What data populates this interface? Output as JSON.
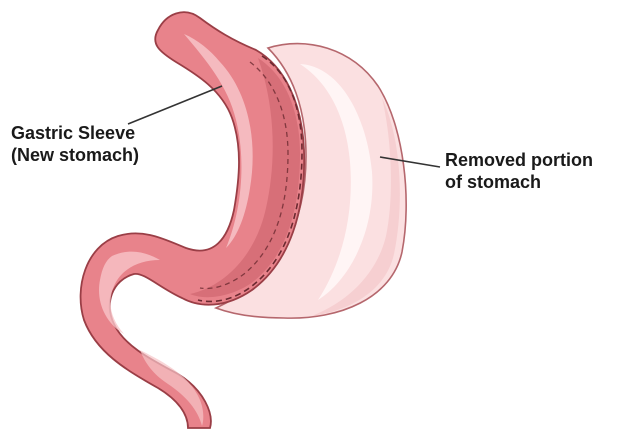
{
  "labels": {
    "sleeve": {
      "line1": "Gastric Sleeve",
      "line2": "(New stomach)"
    },
    "removed": {
      "line1": "Removed portion",
      "line2": "of stomach"
    }
  },
  "colors": {
    "sleeve_fill": "#e8838b",
    "sleeve_outline": "#9a3e46",
    "sleeve_highlight": "#f7c4c8",
    "removed_fill": "#fbe0e1",
    "removed_outline": "#b5676d",
    "removed_highlight": "#fff7f7",
    "leader_line": "#333333",
    "text": "#1a1a1a"
  }
}
